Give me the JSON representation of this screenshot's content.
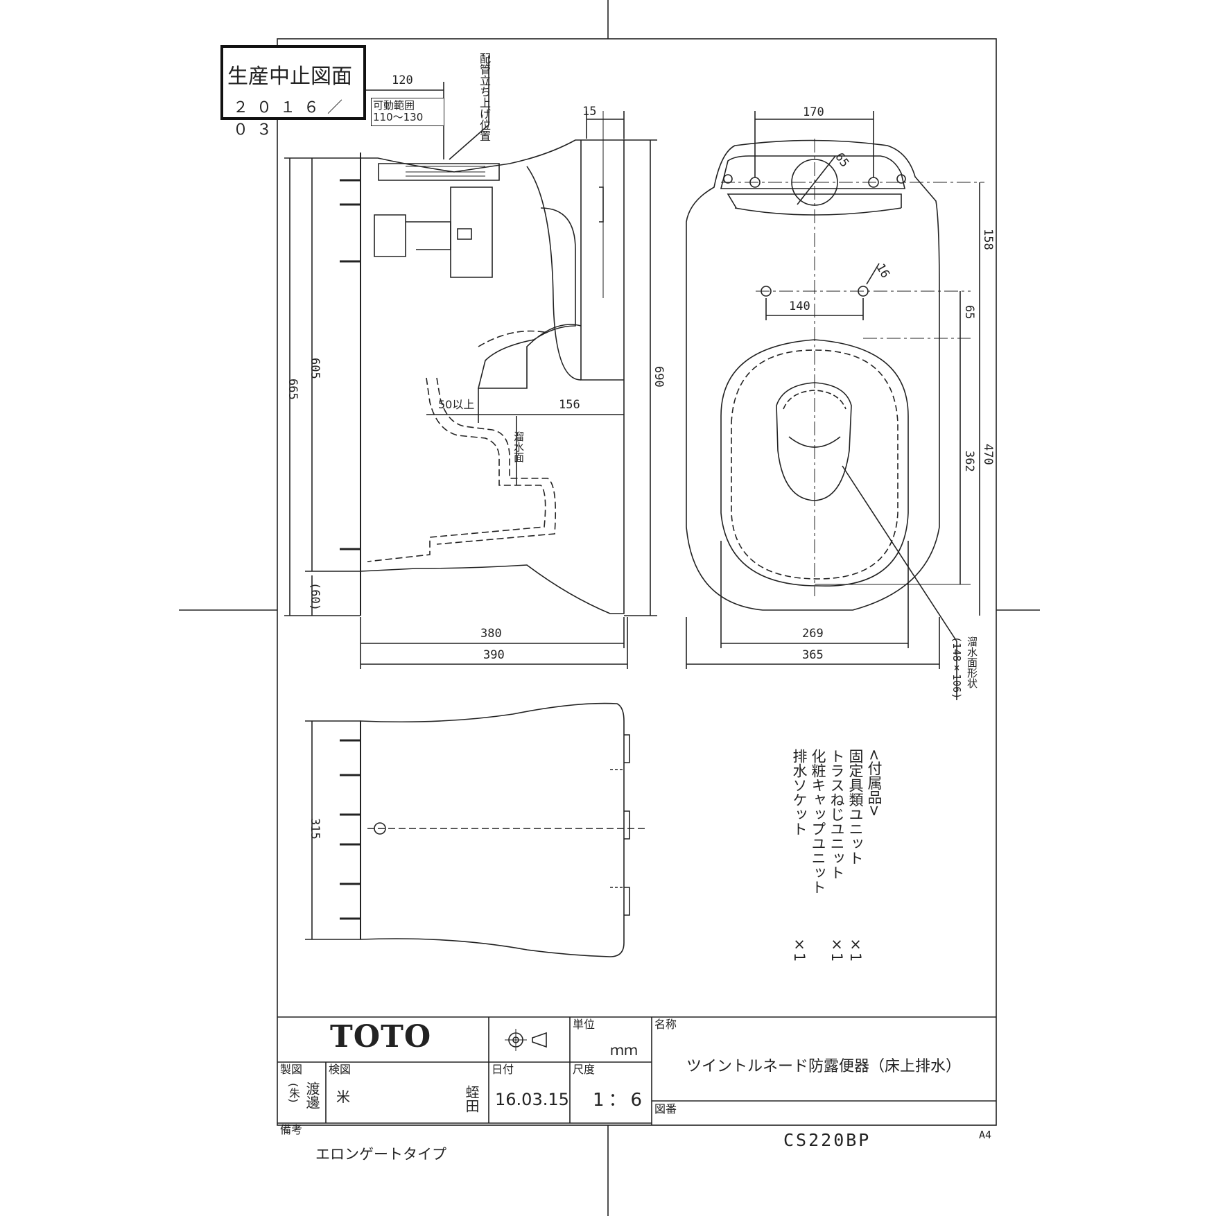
{
  "stamp": {
    "title": "生産中止図面",
    "date": "２０１６／０３"
  },
  "side_view": {
    "dim_120": "120",
    "movable_label": "可動範囲",
    "movable_range": "110〜130",
    "pipe_label": "配管立ち上げ位置",
    "dim_15": "15",
    "dim_605": "605",
    "dim_665": "665",
    "dim_690": "690",
    "dim_60": "(60)",
    "dim_50": "50以上",
    "dim_156": "156",
    "water_surface": "溜水面",
    "dim_380": "380",
    "dim_390": "390"
  },
  "top_view": {
    "dim_170": "170",
    "dim_65a": "65",
    "dim_158": "158",
    "dim_16": "16",
    "dim_140": "140",
    "dim_65b": "65",
    "dim_470": "470",
    "dim_362": "362",
    "dim_269": "269",
    "dim_365": "365",
    "water_shape": "溜水面形状",
    "water_shape_size": "(148×106)"
  },
  "bottom_view": {
    "dim_315": "315"
  },
  "accessories": {
    "heading": "<付属品>",
    "items": [
      {
        "name": "固定具類ユニット",
        "qty": "×1"
      },
      {
        "name": "トラスねじユニット",
        "qty": "×1"
      },
      {
        "name": "化粧キャップユニット",
        "qty": "×1"
      },
      {
        "name": "排水ソケット",
        "qty": ""
      }
    ]
  },
  "title_block": {
    "logo": "TOTO",
    "unit_label": "単位",
    "unit_value": "ｍｍ",
    "name_label": "名称",
    "product_name": "ツイントルネード防露便器（床上排水）",
    "drawn_label": "製図",
    "drawn_by": "渡邊",
    "drawn_seal": "(朱)",
    "checked_label": "検図",
    "checked_by": "米",
    "checked_by2": "蛭田",
    "date_label": "日付",
    "date_value": "16.03.15",
    "scale_label": "尺度",
    "scale_value": "1：6",
    "drawing_no_label": "図番",
    "drawing_no": "CS220BP",
    "remarks_label": "備考",
    "remarks": "エロンゲートタイプ"
  },
  "paper_size": "A4"
}
